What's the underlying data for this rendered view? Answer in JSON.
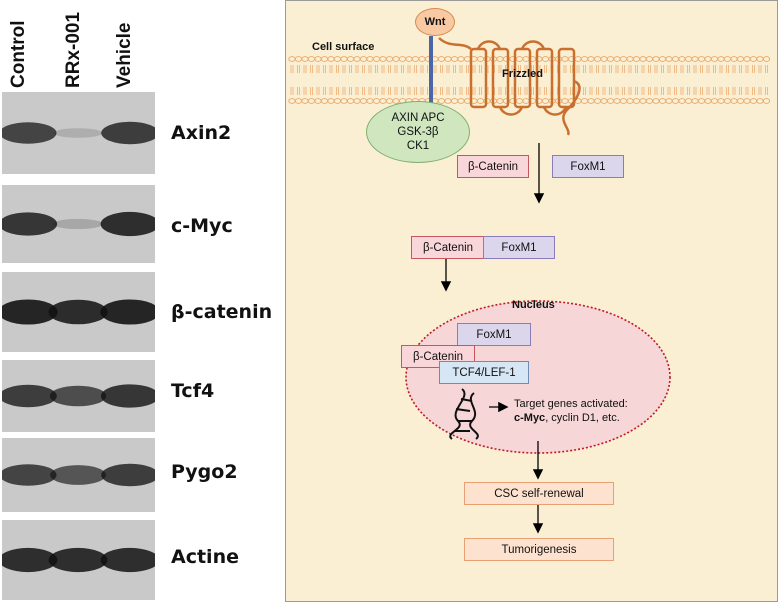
{
  "blot": {
    "lanes": [
      "Control",
      "RRx-001",
      "Vehicle"
    ],
    "rows": [
      {
        "protein": "Axin2",
        "bands": [
          0.75,
          0.08,
          0.8
        ]
      },
      {
        "protein": "c-Myc",
        "bands": [
          0.85,
          0.12,
          0.9
        ]
      },
      {
        "protein": "β-catenin",
        "bands": [
          0.95,
          0.92,
          0.95
        ]
      },
      {
        "protein": "Tcf4",
        "bands": [
          0.8,
          0.7,
          0.85
        ]
      },
      {
        "protein": "Pygo2",
        "bands": [
          0.75,
          0.65,
          0.8
        ]
      },
      {
        "protein": "Actine",
        "bands": [
          0.9,
          0.9,
          0.9
        ]
      }
    ]
  },
  "pathway": {
    "wnt": "Wnt",
    "cell_surface": "Cell surface",
    "frizzled": "Frizzled",
    "destruction_complex": {
      "line1": "AXIN APC",
      "line2": "GSK-3β",
      "line3": "CK1"
    },
    "beta_catenin": "β-Catenin",
    "foxm1": "FoxM1",
    "nucleus": "Nucleus",
    "tcf4_lef1": "TCF4/LEF-1",
    "target_genes": {
      "line1": "Target genes activated:",
      "line2_bold": "c-Myc",
      "line2_rest": ", cyclin D1, etc."
    },
    "csc": "CSC self-renewal",
    "tumorigenesis": "Tumorigenesis"
  },
  "colors": {
    "panel_bg": "#fbefd3",
    "membrane": "#e8a565",
    "frizzled": "#c9702e",
    "beta_catenin_fill": "#f8d6da",
    "foxm1_fill": "#dcd6ec",
    "nucleus_fill": "#f6d6d6",
    "nucleus_border": "#c0192a",
    "complex_fill": "#cfe6bf"
  }
}
